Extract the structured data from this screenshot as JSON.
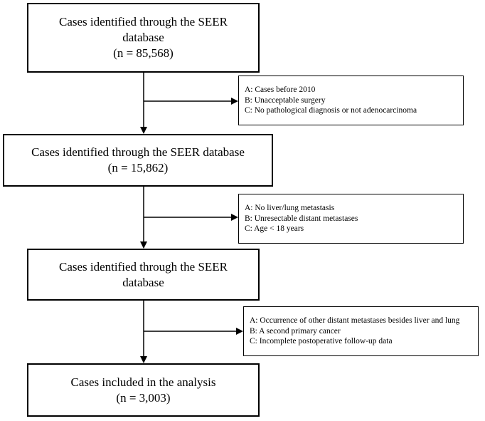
{
  "steps": [
    {
      "lines": [
        "Cases identified through the SEER",
        "database",
        "(n = 85,568)"
      ]
    },
    {
      "lines": [
        "Cases identified through the SEER database",
        "(n = 15,862)"
      ]
    },
    {
      "lines": [
        "Cases identified through the SEER",
        "database"
      ]
    },
    {
      "lines": [
        "Cases included in the analysis",
        "(n = 3,003)"
      ]
    }
  ],
  "exclusions": [
    {
      "lines": [
        "A: Cases before 2010",
        "B: Unacceptable surgery",
        "C: No pathological diagnosis or not adenocarcinoma"
      ]
    },
    {
      "lines": [
        "A: No liver/lung metastasis",
        "B: Unresectable distant metastases",
        "C: Age < 18 years"
      ]
    },
    {
      "lines": [
        "A: Occurrence of other distant metastases besides liver and lung",
        "B: A second primary cancer",
        "C: Incomplete postoperative follow-up data"
      ]
    }
  ],
  "colors": {
    "line": "#000000",
    "background": "#ffffff"
  }
}
